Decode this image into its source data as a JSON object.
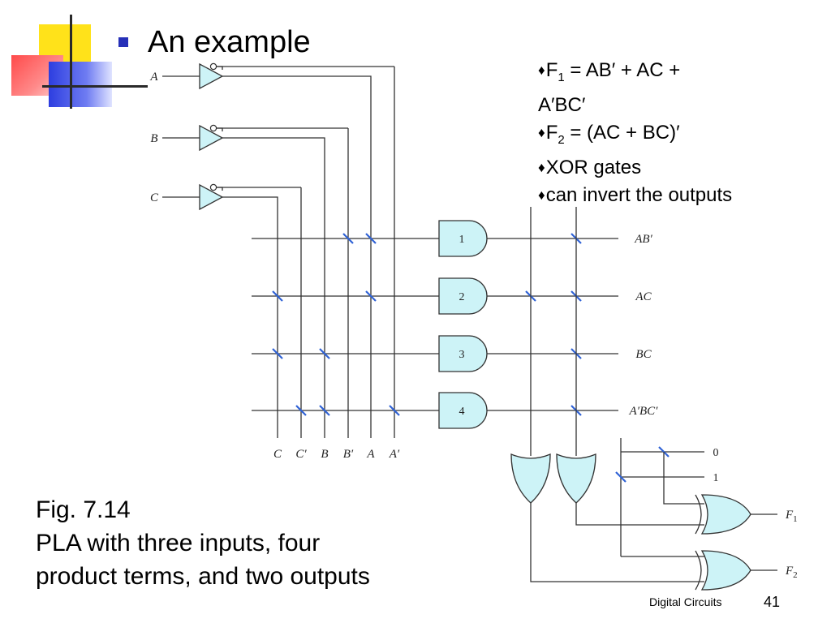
{
  "slide": {
    "title": "An example",
    "bullets": [
      {
        "lines": [
          {
            "parts": [
              {
                "t": "F"
              },
              {
                "t": "1",
                "sub": true
              },
              {
                "t": " = AB′ + AC +"
              }
            ]
          },
          {
            "parts": [
              {
                "t": "A′BC′"
              }
            ]
          }
        ]
      },
      {
        "lines": [
          {
            "parts": [
              {
                "t": "F"
              },
              {
                "t": "2",
                "sub": true
              },
              {
                "t": " = (AC + BC)′"
              }
            ]
          }
        ]
      },
      {
        "lines": [
          {
            "parts": [
              {
                "t": "XOR gates"
              }
            ]
          }
        ]
      },
      {
        "lines": [
          {
            "parts": [
              {
                "t": "can invert the outputs"
              }
            ]
          }
        ]
      }
    ],
    "caption": {
      "line1": "Fig. 7.14",
      "line2": "PLA with three inputs, four",
      "line3": "product terms, and two outputs"
    },
    "footer": "Digital Circuits",
    "page_number": "41"
  },
  "diagram": {
    "inputs": [
      "A",
      "B",
      "C"
    ],
    "column_labels": [
      "C",
      "C′",
      "B",
      "B′",
      "A",
      "A′"
    ],
    "product_terms": [
      {
        "gate": "1",
        "term": "AB′",
        "and_fuses": [
          "B′",
          "A"
        ],
        "or_fuses": [
          "F1"
        ]
      },
      {
        "gate": "2",
        "term": "AC",
        "and_fuses": [
          "C",
          "A"
        ],
        "or_fuses": [
          "F1",
          "F2"
        ]
      },
      {
        "gate": "3",
        "term": "BC",
        "and_fuses": [
          "C",
          "B"
        ],
        "or_fuses": [
          "F1"
        ]
      },
      {
        "gate": "4",
        "term": "A′BC′",
        "and_fuses": [
          "C′",
          "B",
          "A′"
        ],
        "or_fuses": [
          "F1"
        ]
      }
    ],
    "constants": [
      "0",
      "1"
    ],
    "outputs": [
      {
        "name": "F",
        "sub": "1",
        "xor_constant": "0"
      },
      {
        "name": "F",
        "sub": "2",
        "xor_constant": "1"
      }
    ],
    "colors": {
      "gate_fill": "#cdf3f7",
      "fuse": "#2f62d6",
      "wire": "#333333"
    }
  }
}
